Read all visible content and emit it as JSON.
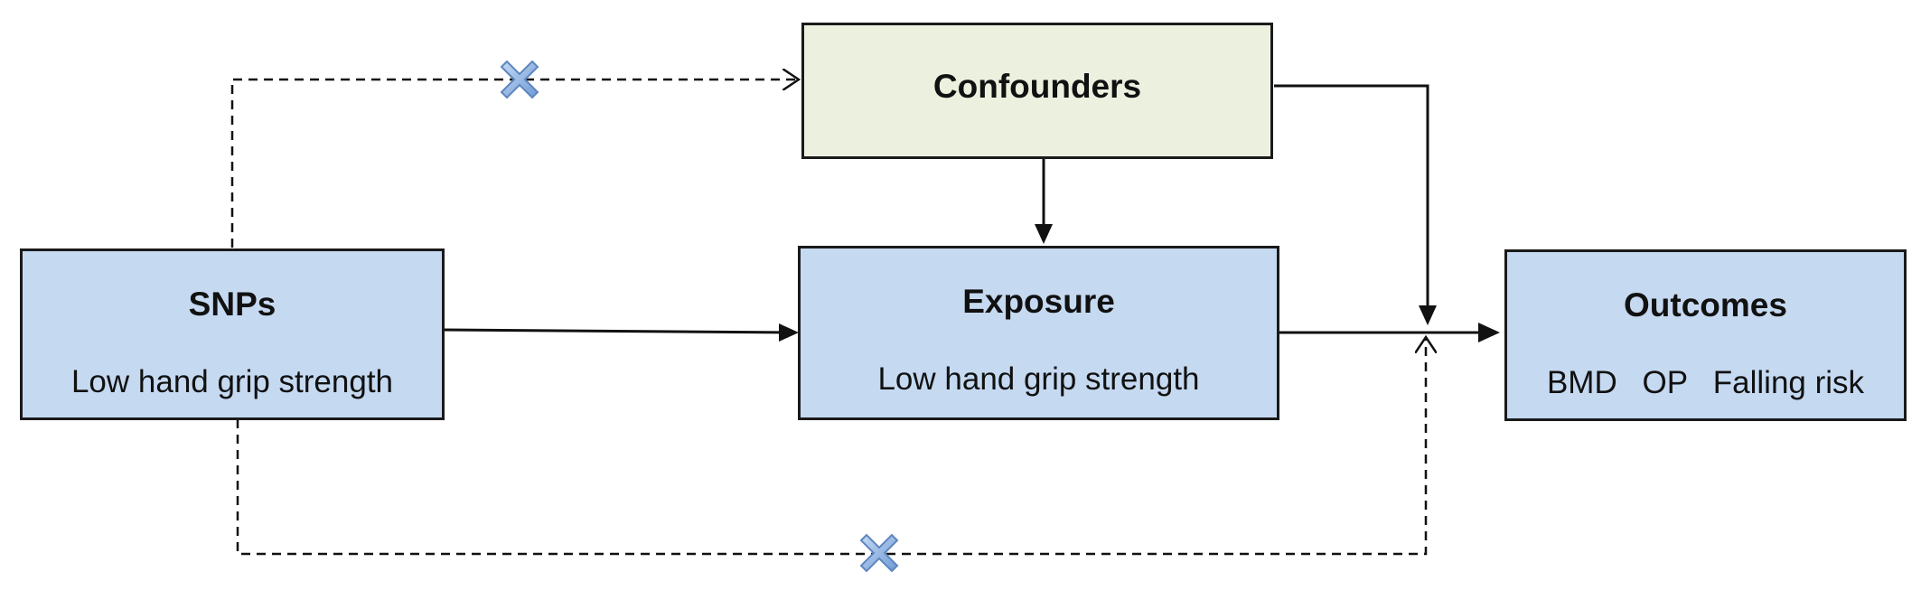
{
  "nodes": {
    "snps": {
      "title": "SNPs",
      "subtitle": "Low hand grip strength"
    },
    "confounders": {
      "title": "Confounders"
    },
    "exposure": {
      "title": "Exposure",
      "subtitle": "Low hand grip strength"
    },
    "outcomes": {
      "title": "Outcomes",
      "subtitle_items": [
        "BMD",
        "OP",
        "Falling risk"
      ]
    }
  },
  "colors": {
    "box_fill_blue": "#c5d9f1",
    "box_fill_green": "#ebf1de",
    "cross_fill": "#8eb4e3",
    "line": "#111111"
  },
  "icons": {
    "blocked_path": "x-cross-icon"
  }
}
